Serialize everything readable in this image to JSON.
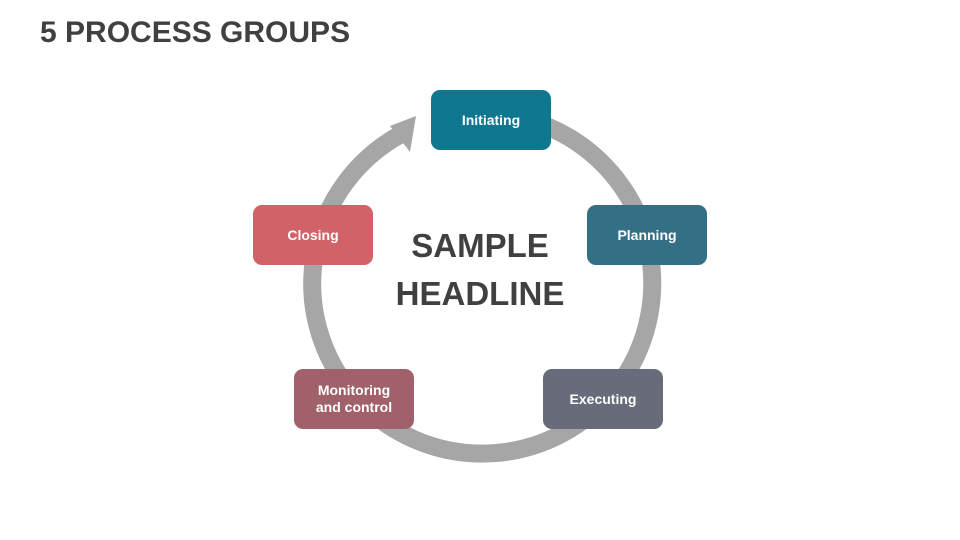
{
  "slide": {
    "title": "5 PROCESS GROUPS",
    "headline": {
      "line1": "SAMPLE",
      "line2": "HEADLINE"
    },
    "cycle_color": "#a6a6a6",
    "steps": [
      {
        "label": "Initiating",
        "color": "#0f7790"
      },
      {
        "label": "Planning",
        "color": "#356f85"
      },
      {
        "label": "Executing",
        "color": "#676b7a"
      },
      {
        "label": "Monitoring\nand control",
        "color": "#a0616a"
      },
      {
        "label": "Closing",
        "color": "#d06268"
      }
    ]
  }
}
